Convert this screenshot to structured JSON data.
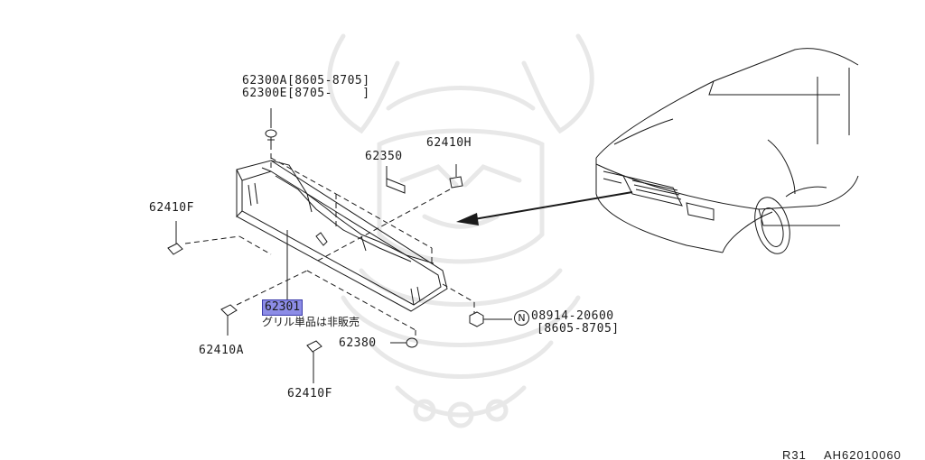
{
  "theme": {
    "line_color": "#1a1a1a",
    "watermark_color": "#e8e8e8",
    "highlight_fill": "#8c8ce6"
  },
  "parts": {
    "screw_top_line1": "62300A[8605-8705]",
    "screw_top_line2": "62300E[8705-    ]",
    "emblem": "62350",
    "clip_h": "62410H",
    "clip_f_left": "62410F",
    "grille": "62301",
    "grille_note": "グリル単品は非販売",
    "clip_a": "62410A",
    "clip_f_bottom": "62410F",
    "fastener": "62380",
    "nut_symbol": "N",
    "nut_line1": "08914-20600",
    "nut_line2": "[8605-8705]"
  },
  "footer": {
    "model": "R31",
    "code": "AH62010060"
  }
}
